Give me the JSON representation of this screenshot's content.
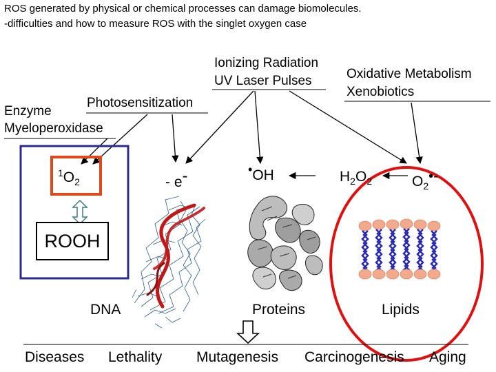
{
  "header": {
    "line1": "ROS generated by physical or chemical processes can damage biomolecules.",
    "line2": "-difficulties and how to measure ROS with the singlet oxygen case"
  },
  "sources": {
    "ionizing_radiation": "Ionizing Radiation",
    "uv_laser": "UV Laser Pulses",
    "oxidative_metabolism": "Oxidative Metabolism",
    "xenobiotics": "Xenobiotics",
    "photosensitization": "Photosensitization",
    "enzyme": "Enzyme",
    "myeloperoxidase": "Myeloperoxidase"
  },
  "species": {
    "singlet_oxygen": {
      "sup": "1",
      "base": "O",
      "sub": "2"
    },
    "electron": {
      "base": "- e",
      "sup": "-"
    },
    "hydroxyl": {
      "dot": "•",
      "base": "OH"
    },
    "hydrogen_peroxide": {
      "a": "H",
      "sub1": "2",
      "b": "O",
      "sub2": "2"
    },
    "superoxide": {
      "base": "O",
      "sub": "2",
      "sup": "•-"
    }
  },
  "rooh": "ROOH",
  "targets": {
    "dna": "DNA",
    "proteins": "Proteins",
    "lipids": "Lipids"
  },
  "outcomes": {
    "diseases": "Diseases",
    "lethality": "Lethality",
    "mutagenesis": "Mutagenesis",
    "carcinogenesis": "Carcinogenesis",
    "aging": "Aging"
  },
  "colors": {
    "blue_box": "#2b2b8f",
    "red_box": "#e04a1a",
    "red_ellipse": "#e01010",
    "dna_strand": "#c01818",
    "dna_network": "#2a5d8a",
    "lipid_head": "#f3a98c",
    "lipid_tail": "#2b2bb0",
    "arrow_teal": "#3a7a88"
  }
}
